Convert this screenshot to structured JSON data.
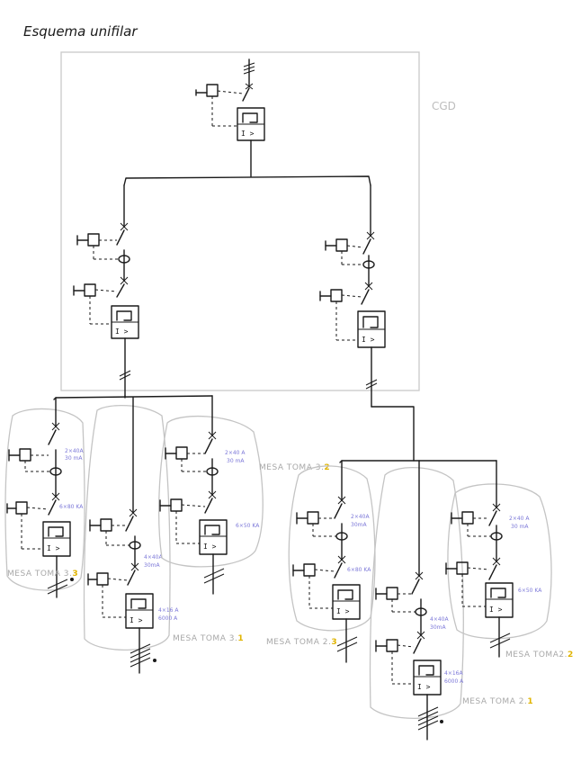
{
  "title": "Esquema unifilar",
  "main_panel_label": "CGD",
  "colors": {
    "ink": "#1a1a1a",
    "frame": "#c9c9c9",
    "table_label": "#a8a8a8",
    "table_number": "#e0b400",
    "spec": "#7c78d8"
  },
  "breaker_symbol": "I >",
  "tables": [
    {
      "prefix": "MESA TOMA 3.",
      "number": "3",
      "spec_top": [
        "2×40A",
        "30 mA"
      ],
      "spec_bottom": [
        "6×80 KA"
      ]
    },
    {
      "prefix": "MESA TOMA 3.",
      "number": "1",
      "spec_top": [
        "4×40A",
        "30mA"
      ],
      "spec_bottom": [
        "4×16 A",
        "6000 A"
      ]
    },
    {
      "prefix": "MESA TOMA 3.",
      "number": "2",
      "spec_top": [
        "2×40 A",
        "30 mA"
      ],
      "spec_bottom": [
        "6×50 KA"
      ]
    },
    {
      "prefix": "MESA TOMA 2.",
      "number": "3",
      "spec_top": [
        "2×40A",
        "30mA"
      ],
      "spec_bottom": [
        "6×80 KA"
      ]
    },
    {
      "prefix": "MESA TOMA 2.",
      "number": "1",
      "spec_top": [
        "4×40A",
        "30mA"
      ],
      "spec_bottom": [
        "4×16A",
        "6000 A"
      ]
    },
    {
      "prefix": "MESA TOMA2.",
      "number": "2",
      "spec_top": [
        "2×40 A",
        "30 mA"
      ],
      "spec_bottom": [
        "6×50 KA"
      ]
    }
  ]
}
